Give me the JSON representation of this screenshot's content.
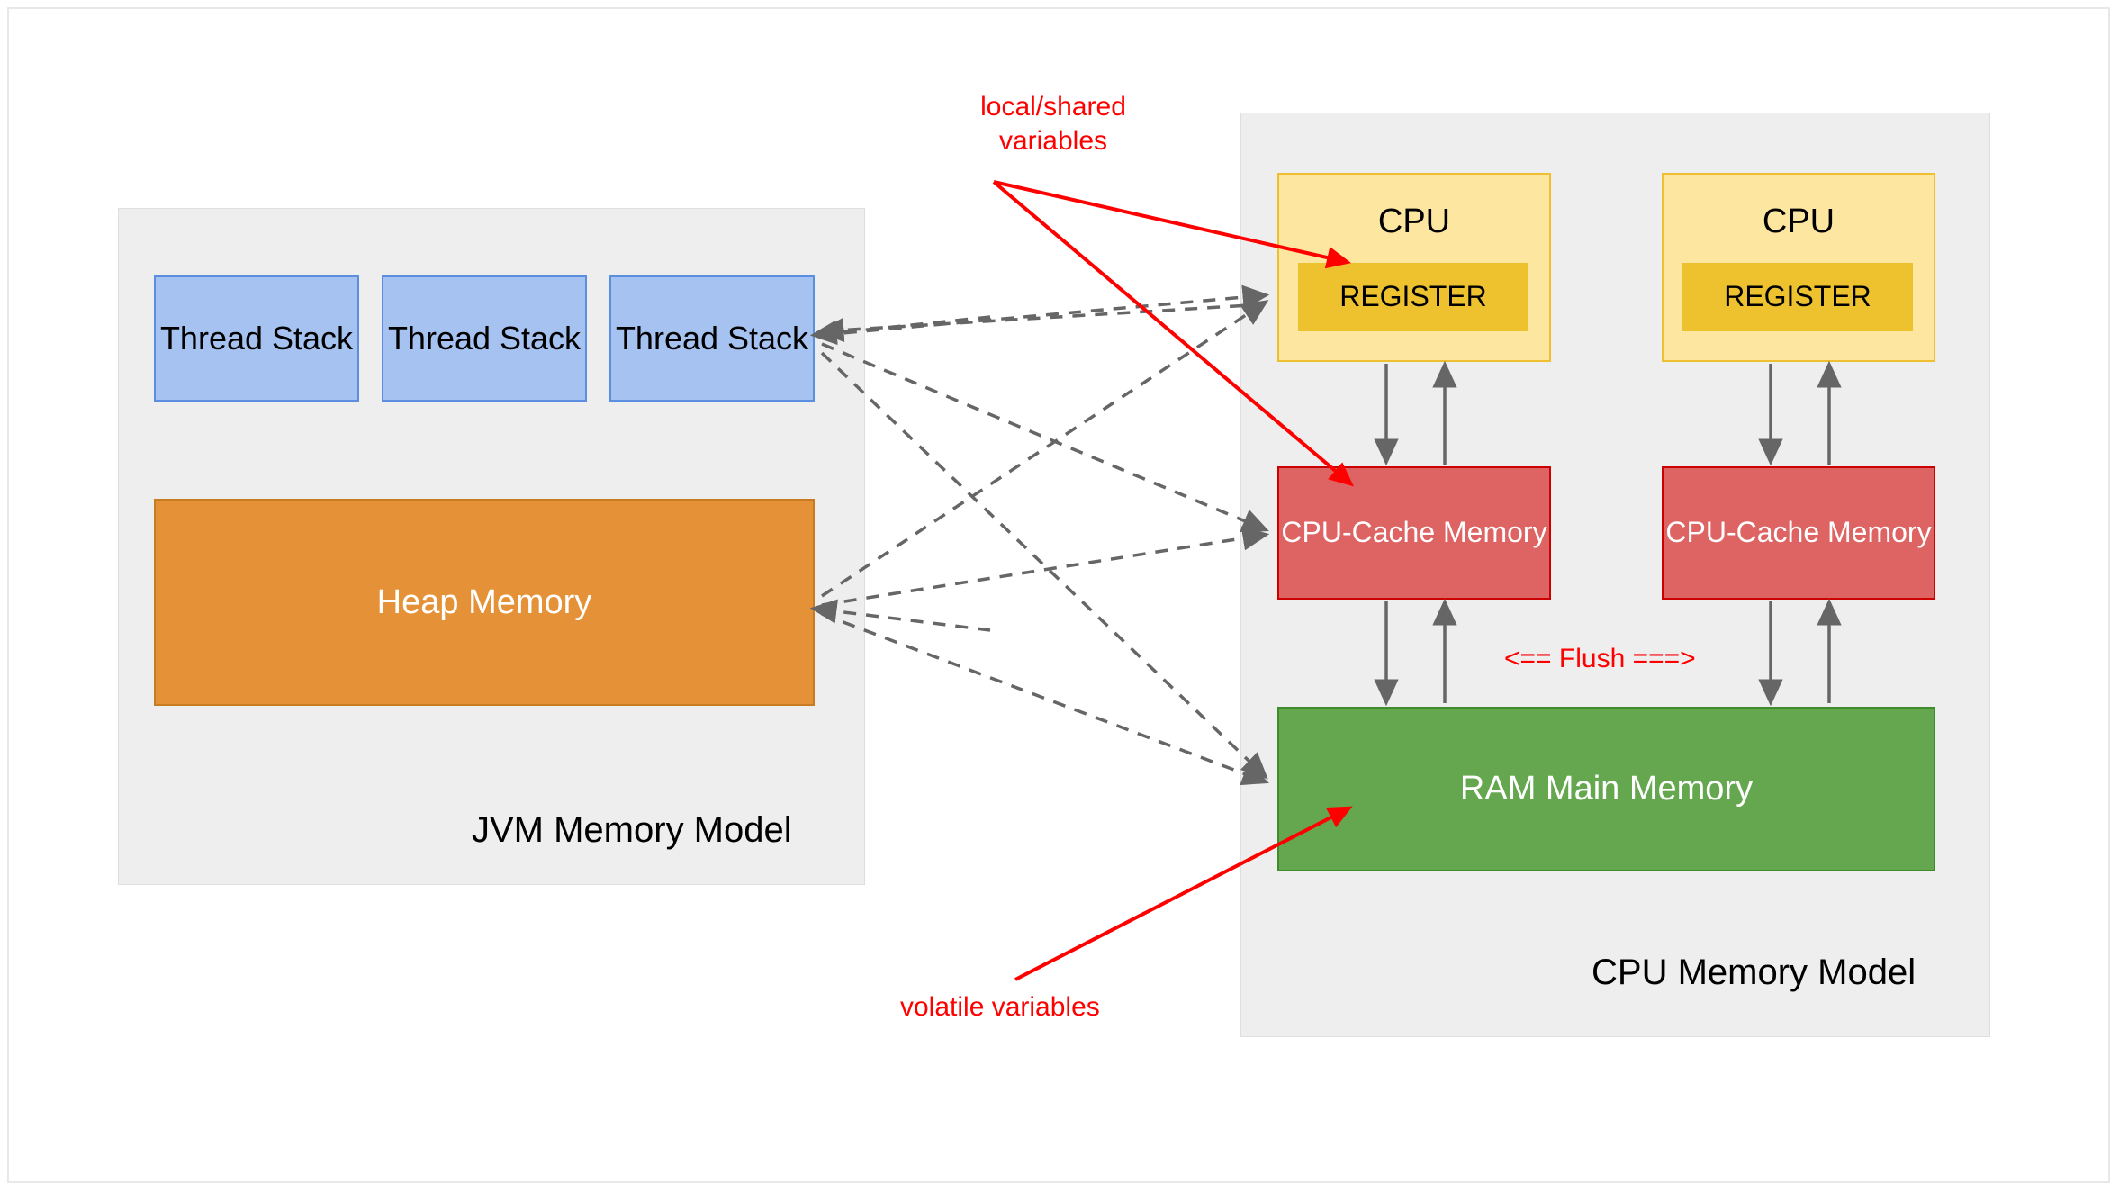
{
  "diagram": {
    "title": "JVM Memory Model and CPU Memory Model",
    "colors": {
      "thread_stack_fill": "#a5c2f0",
      "thread_stack_stroke": "#5b8ede",
      "heap_fill": "#e59138",
      "heap_stroke": "#c77c21",
      "cpu_fill": "#fce6a0",
      "cpu_stroke": "#eebf2e",
      "register_fill": "#eec22e",
      "cache_fill": "#de6363",
      "cache_stroke": "#cc0000",
      "ram_fill": "#64a74e",
      "ram_stroke": "#3f8c2c",
      "group_fill": "#eeeeee",
      "group_stroke": "#dedede",
      "annotation_red": "#ff0000",
      "arrow_gray": "#666666",
      "page_bg": "#ffffff"
    }
  },
  "jvm": {
    "label": "JVM Memory Model",
    "thread_stacks": [
      {
        "label": "Thread\nStack"
      },
      {
        "label": "Thread\nStack"
      },
      {
        "label": "Thread\nStack"
      }
    ],
    "heap": {
      "label": "Heap Memory"
    }
  },
  "cpu_model": {
    "label": "CPU Memory Model",
    "cpus": [
      {
        "title": "CPU",
        "register": "REGISTER",
        "cache": "CPU-Cache\nMemory"
      },
      {
        "title": "CPU",
        "register": "REGISTER",
        "cache": "CPU-Cache\nMemory"
      }
    ],
    "ram": {
      "label": "RAM Main Memory"
    },
    "flush_label": "<== Flush ===>"
  },
  "annotations": {
    "local_shared": "local/shared\nvariables",
    "volatile": "volatile variables"
  }
}
